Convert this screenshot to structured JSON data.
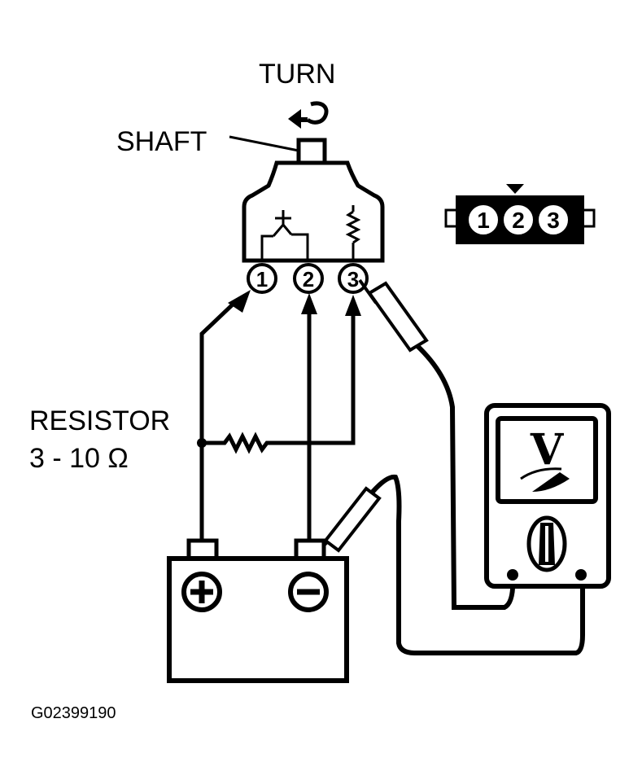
{
  "labels": {
    "turn": "TURN",
    "shaft": "SHAFT",
    "resistor": "RESISTOR",
    "resistance": "3 - 10 Ω",
    "figure_id": "G02399190"
  },
  "sensor_pins": [
    "1",
    "2",
    "3"
  ],
  "connector_pins": [
    "1",
    "2",
    "3"
  ],
  "meter_letter": "V",
  "battery_terminals": [
    "positive-terminal",
    "negative-terminal"
  ]
}
